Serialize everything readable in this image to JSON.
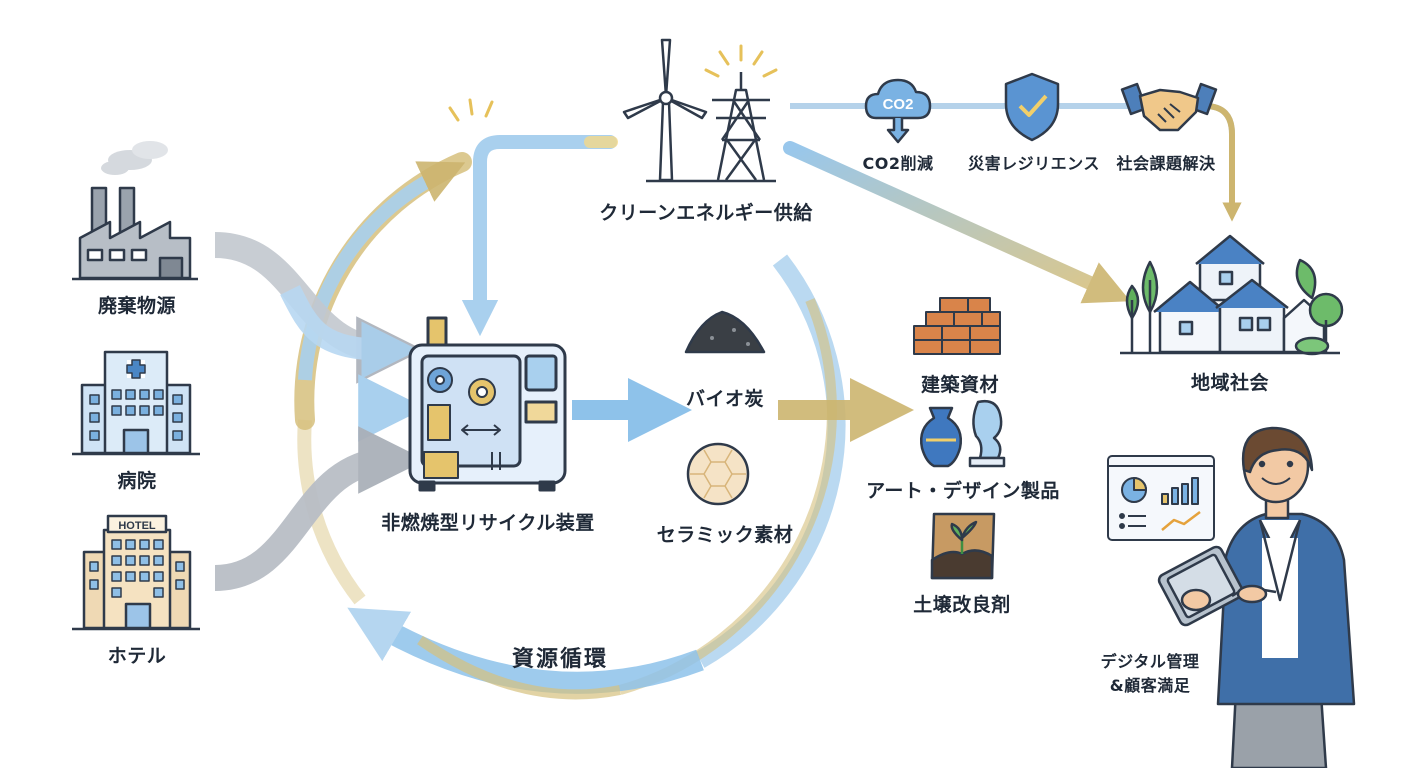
{
  "sources": {
    "factory_label": "廃棄物源",
    "hospital_label": "病院",
    "hotel_label": "ホテル",
    "hotel_sign": "HOTEL"
  },
  "device": {
    "label": "非燃焼型リサイクル装置"
  },
  "energy": {
    "label": "クリーンエネルギー供給"
  },
  "products": {
    "biochar": "バイオ炭",
    "ceramic": "セラミック素材",
    "building": "建築資材",
    "art": "アート・デザイン製品",
    "soil": "土壌改良剤"
  },
  "benefits": {
    "co2_badge": "CO2",
    "co2": "CO2削減",
    "disaster": "災害レジリエンス",
    "social": "社会課題解決"
  },
  "community": {
    "label": "地域社会"
  },
  "digital": {
    "line1": "デジタル管理",
    "line2": "&顧客満足"
  },
  "cycle": {
    "label": "資源循環"
  },
  "colors": {
    "blue": "#8ec2ea",
    "gold": "#cdb56f",
    "gray": "#b9bec6",
    "outline": "#2f3a4a"
  }
}
